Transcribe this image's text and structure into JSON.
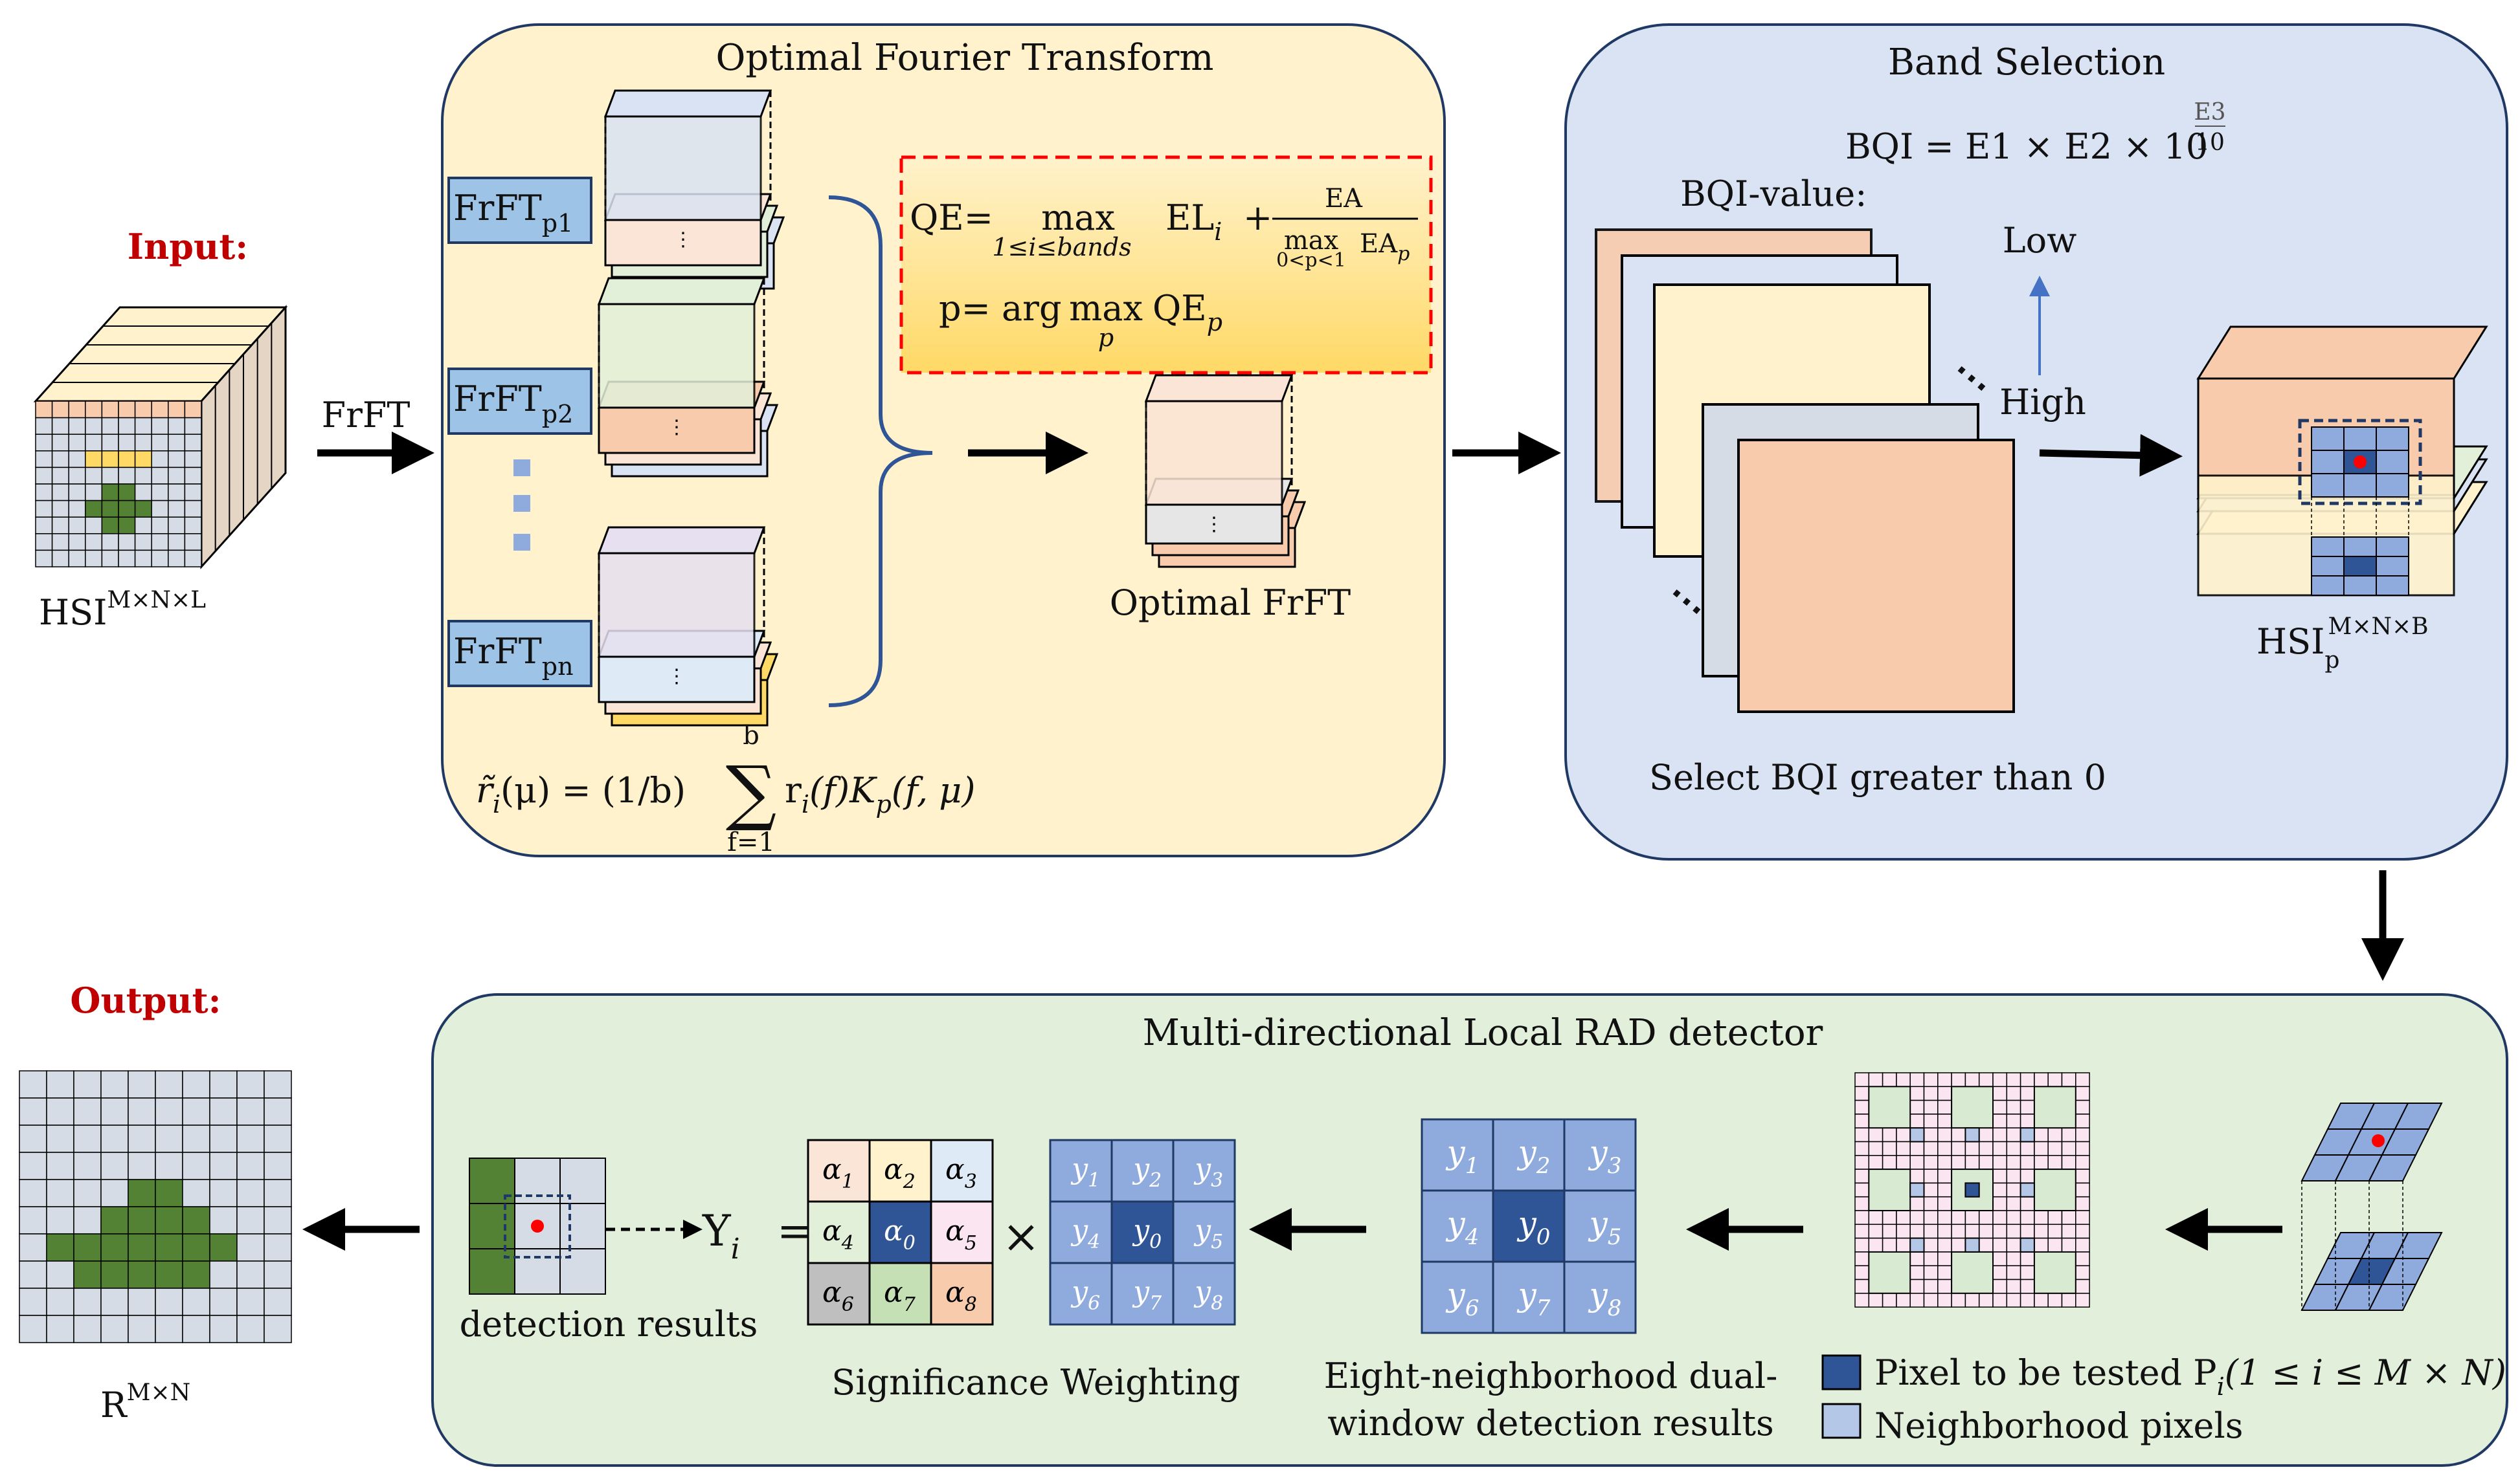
{
  "input": {
    "label": "Input:",
    "hsi_base": "HSI",
    "hsi_sup": "M×N×L"
  },
  "frft_arrow_label": "FrFT",
  "panel_oft": {
    "title": "Optimal Fourier Transform",
    "frft_boxes": [
      {
        "base": "FrFT",
        "sub": "p1"
      },
      {
        "base": "FrFT",
        "sub": "p2"
      },
      {
        "base": "FrFT",
        "sub": "pn"
      }
    ],
    "qe_formula": {
      "lhs": "QE=",
      "max_text": "max",
      "max_sub": "1≤i≤bands",
      "term": "EL",
      "term_sub": "i",
      "plus": "+",
      "frac_num": "EA",
      "frac_den_max": "max",
      "frac_den_sub": "0<p<1",
      "frac_den": "EA",
      "frac_den_p": "p"
    },
    "p_formula": {
      "lhs": "p= arg",
      "max_text": "max",
      "max_sub": "p",
      "rhs": "QE",
      "rhs_sub": "p"
    },
    "optimal_label": "Optimal FrFT",
    "bottom_formula": {
      "lhs": "r̃",
      "lhs_sub": "i",
      "lhs_arg": "(μ) = (1/b)",
      "sum_top": "b",
      "sum_bottom": "f=1",
      "rhs_r": "r",
      "rhs_r_sub": "i",
      "rhs_rest": "(f)K",
      "rhs_k_sub": "p",
      "rhs_end": "(f, μ)"
    }
  },
  "panel_band": {
    "title": "Band Selection",
    "bqi_formula": {
      "text": "BQI = E1 × E2 × 10",
      "exp_num": "E3",
      "exp_den": "10"
    },
    "bqi_value_label": "BQI-value:",
    "low_label": "Low",
    "high_label": "High",
    "select_label": "Select BQI greater than 0",
    "hsi_base": "HSI",
    "hsi_sub": "p",
    "hsi_sup": "M×N×B"
  },
  "panel_rad": {
    "title": "Multi-directional Local RAD detector",
    "detection_label": "detection results",
    "yi_label": "Y",
    "yi_sub": "i",
    "equals": "=",
    "times": "×",
    "alpha_cells": [
      {
        "sub": "1"
      },
      {
        "sub": "2"
      },
      {
        "sub": "3"
      },
      {
        "sub": "4"
      },
      {
        "sub": "0"
      },
      {
        "sub": "5"
      },
      {
        "sub": "6"
      },
      {
        "sub": "7"
      },
      {
        "sub": "8"
      }
    ],
    "alpha_symbol": "α",
    "y_symbol": "y",
    "y_cells": [
      "1",
      "2",
      "3",
      "4",
      "0",
      "5",
      "6",
      "7",
      "8"
    ],
    "significance_label": "Significance Weighting",
    "eight_label_1": "Eight-neighborhood dual-",
    "eight_label_2": "window detection results",
    "legend_pixel_1": "Pixel to be tested P",
    "legend_pixel_sub": "i",
    "legend_pixel_2": "(1 ≤ i ≤ M × N)",
    "legend_neighbor": "Neighborhood pixels"
  },
  "output": {
    "label": "Output:",
    "r_base": "R",
    "r_sup": "M×N"
  },
  "colors": {
    "panel_yellow": "#fff2cc",
    "panel_blue": "#dae3f3",
    "panel_green": "#e2efda",
    "frft_box": "#9dc3e6",
    "qe_box_fill": "#ffd966",
    "qe_box_border": "#ff0000",
    "cell_blue": "#8faadc",
    "cell_dark": "#2f5597",
    "grid_gray": "#d6dce5",
    "green_dark": "#548235",
    "red_label": "#c00000"
  }
}
